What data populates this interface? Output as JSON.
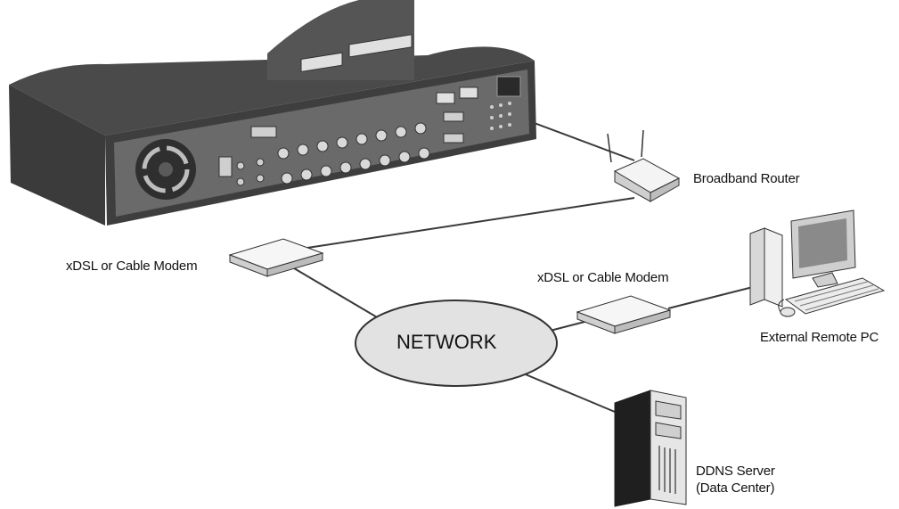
{
  "labels": {
    "router": "Broadband Router",
    "modem_left": "xDSL or Cable Modem",
    "modem_right": "xDSL or Cable Modem",
    "network": "NETWORK",
    "remote_pc": "External Remote PC",
    "ddns_line1": "DDNS Server",
    "ddns_line2": "(Data Center)"
  },
  "colors": {
    "line": "#3a3a3a",
    "device_dark": "#3b3b3b",
    "device_panel": "#6a6a6a",
    "ellipse_fill": "#e2e2e2"
  },
  "icons": [
    "dvr-device",
    "fan-icon",
    "router-icon",
    "modem-icon",
    "network-cloud",
    "remote-pc-icon",
    "server-tower-icon"
  ]
}
